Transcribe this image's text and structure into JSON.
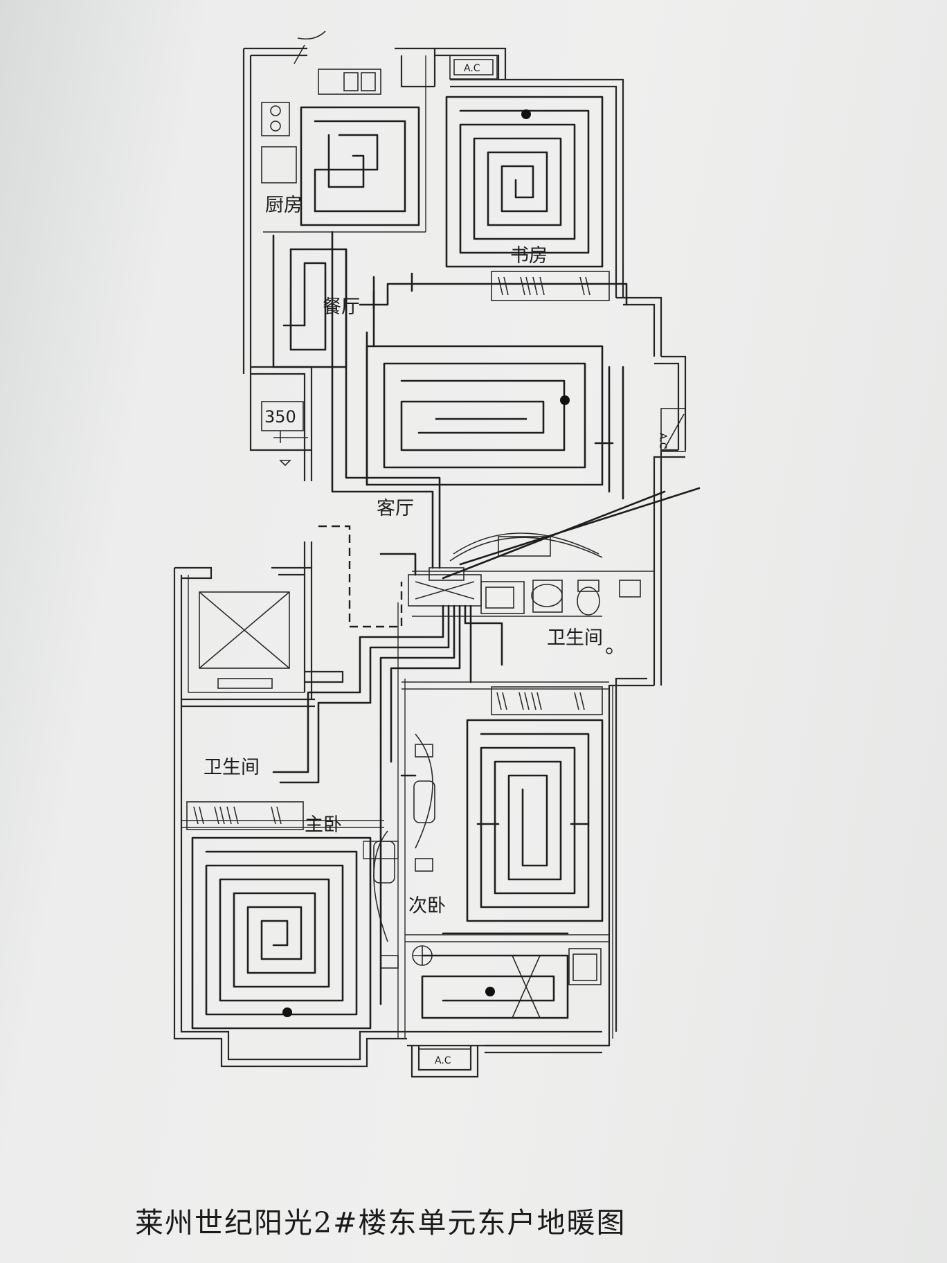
{
  "title": "莱州世纪阳光2#楼东单元东户地暖图",
  "rooms": {
    "kitchen": "厨房",
    "dining": "餐厅",
    "study": "书房",
    "living": "客厅",
    "bath_east": "卫生间",
    "bath_master": "卫生间",
    "master_bedroom": "主卧",
    "second_bedroom": "次卧"
  },
  "ac_units": {
    "north": "A.C",
    "east": "A.C",
    "south": "A.C"
  },
  "dimension": "350",
  "colors": {
    "line": "#1e1e1e",
    "paper": "#ecedec"
  }
}
